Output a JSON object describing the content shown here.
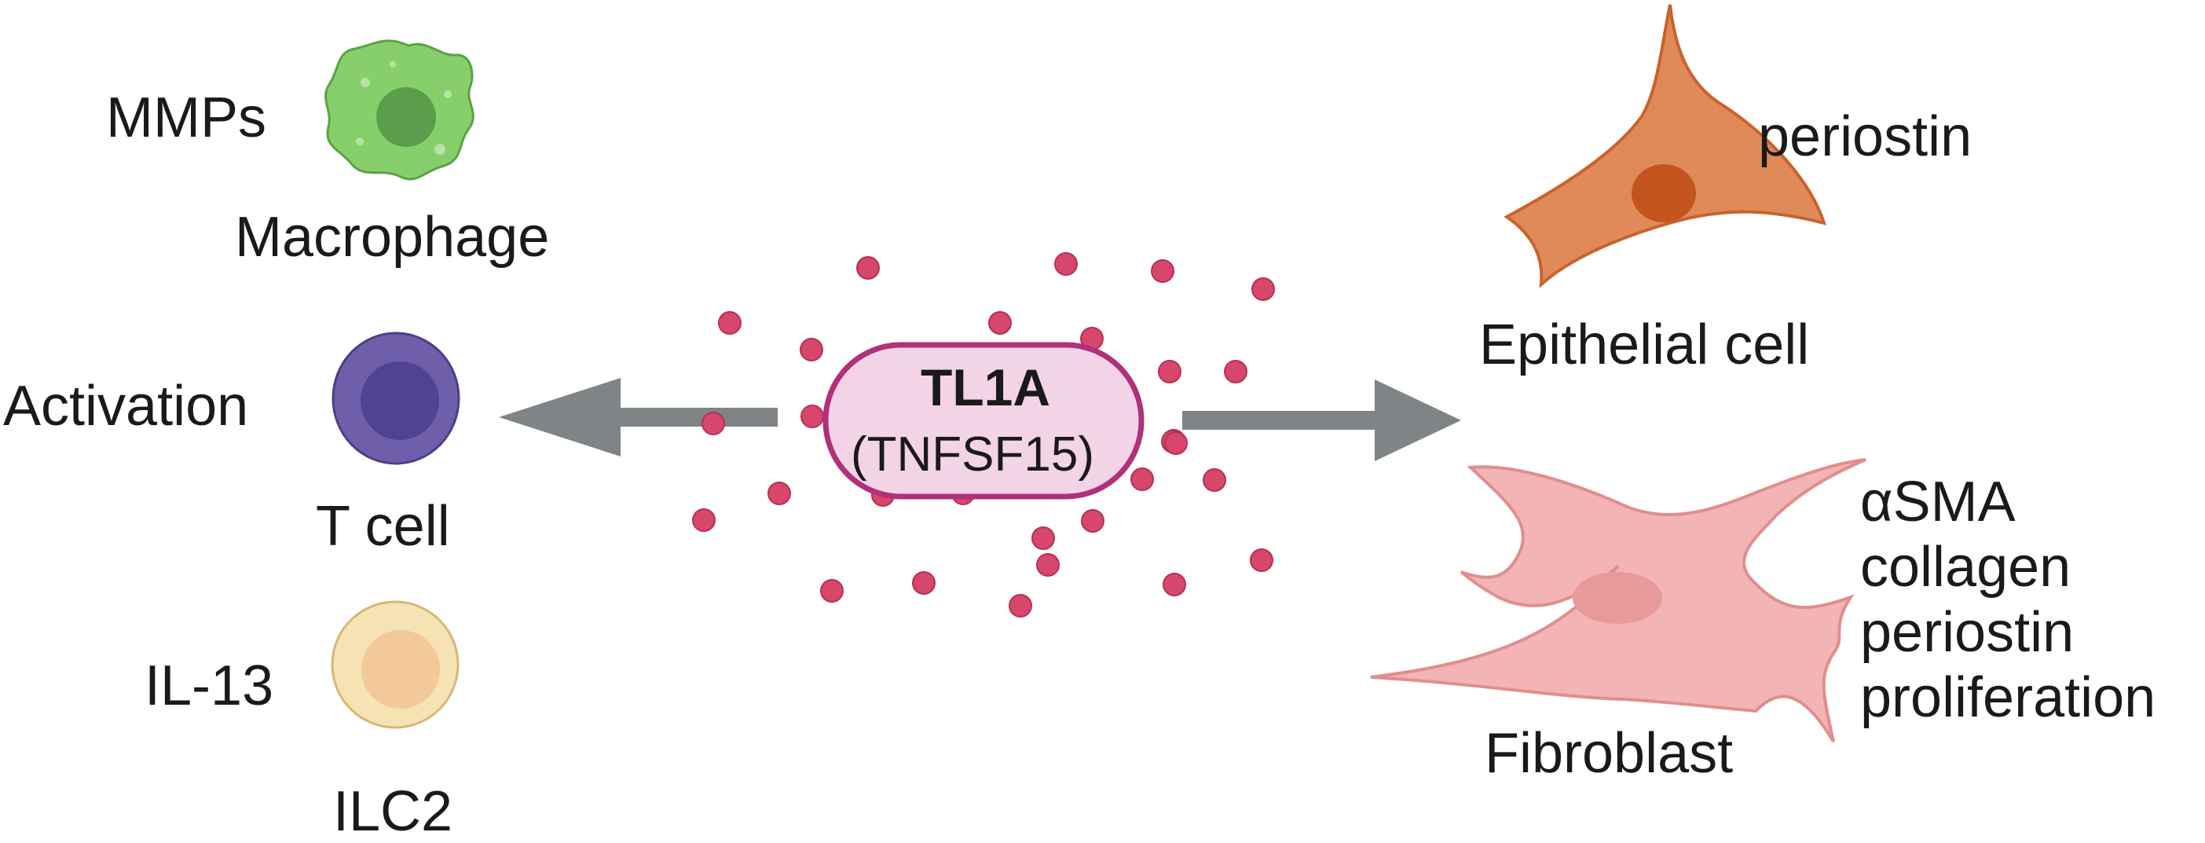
{
  "center": {
    "title": "TL1A",
    "subtitle": "(TNFSF15)"
  },
  "left_cells": {
    "macrophage": {
      "name": "Macrophage",
      "effect": "MMPs"
    },
    "t_cell": {
      "name": "T cell",
      "effect": "Activation"
    },
    "ilc2": {
      "name": "ILC2",
      "effect": "IL-13"
    }
  },
  "right_cells": {
    "epithelial": {
      "name": "Epithelial cell",
      "effect": "periostin"
    },
    "fibroblast": {
      "name": "Fibroblast",
      "effects": [
        "αSMA",
        "collagen",
        "periostin",
        "proliferation"
      ]
    }
  },
  "colors": {
    "arrow": "#7f8487",
    "dots": "#d6476b",
    "center_fill": "#f3d3e6",
    "center_border": "#b0307a",
    "macrophage": "#86cf6a",
    "t_cell": "#6f5fab",
    "ilc2": "#f6e3b4",
    "epithelial": "#e08a5a",
    "fibroblast": "#f2b4b4"
  }
}
